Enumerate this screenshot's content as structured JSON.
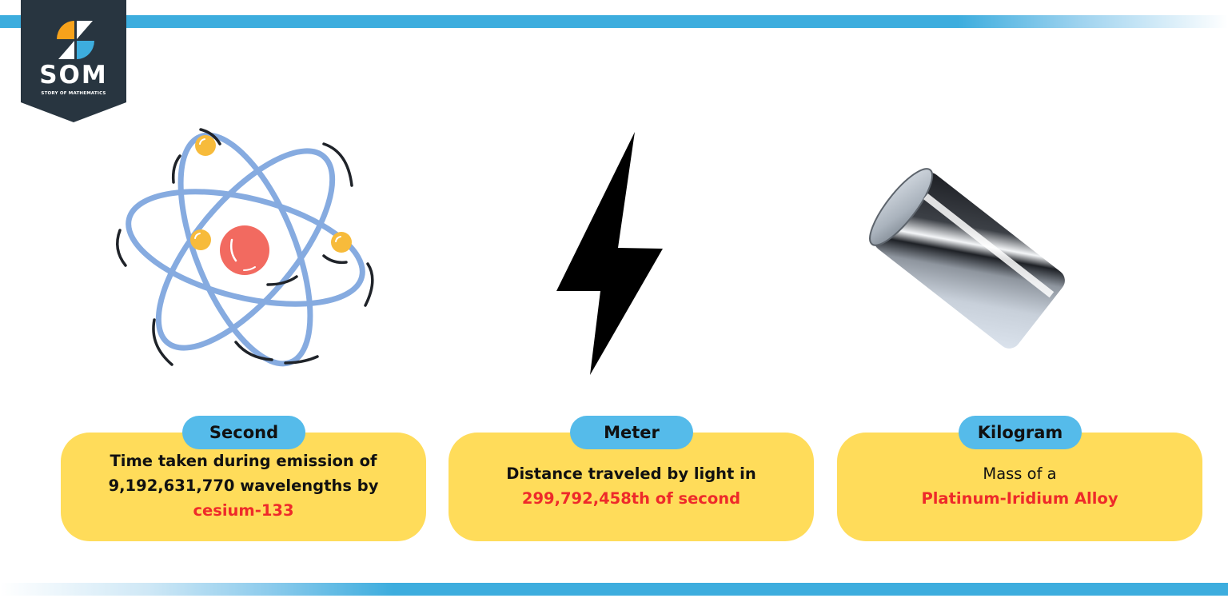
{
  "logo": {
    "title": "SOM",
    "subtitle": "STORY OF MATHEMATICS",
    "badge_color": "#283540",
    "accent_orange": "#f7a21b",
    "accent_blue": "#3dadde"
  },
  "colors": {
    "bar_blue": "#3dadde",
    "card_yellow": "#ffdc5a",
    "pill_blue": "#55bbea",
    "highlight_red": "#ee2a2a"
  },
  "units": [
    {
      "name": "Second",
      "icon": "atom-icon",
      "lines": [
        "Time taken during emission of",
        "9,192,631,770 wavelengths by"
      ],
      "highlight": "cesium-133"
    },
    {
      "name": "Meter",
      "icon": "lightning-bolt-icon",
      "lines": [
        "Distance traveled by light in"
      ],
      "highlight": "299,792,458th of second"
    },
    {
      "name": "Kilogram",
      "icon": "metal-cylinder-icon",
      "lines": [
        "Mass of a"
      ],
      "highlight": "Platinum-Iridium Alloy"
    }
  ]
}
